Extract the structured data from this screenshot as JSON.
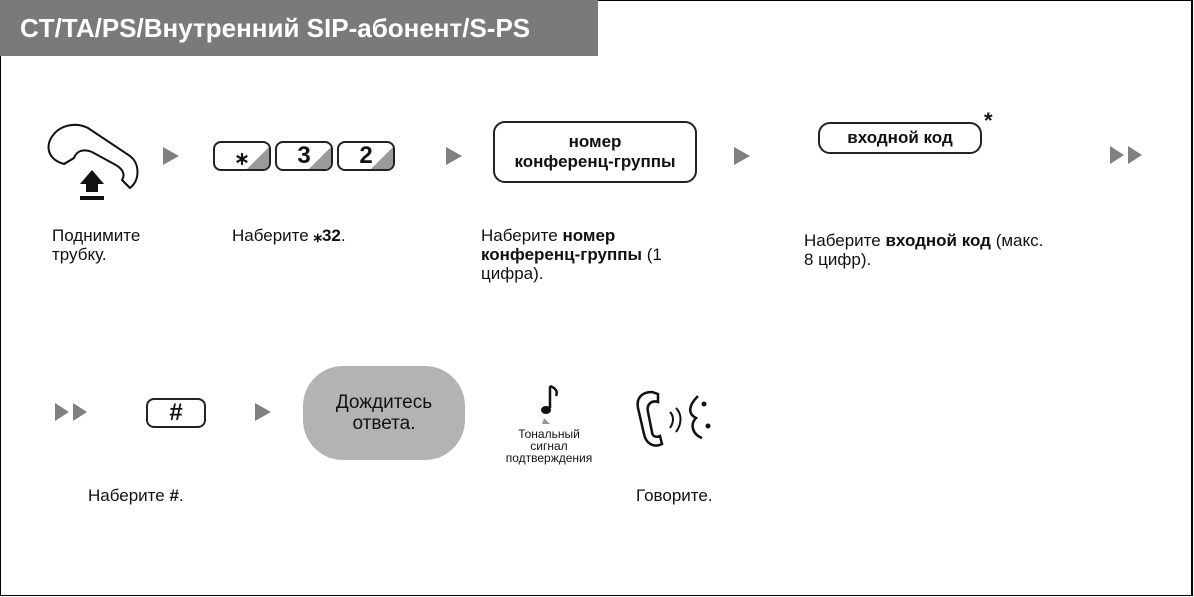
{
  "header": {
    "title": "CT/TA/PS/Внутренний SIP-абонент/S-PS"
  },
  "step1": {
    "caption": "Поднимите трубку."
  },
  "step2": {
    "keys": [
      "⁎",
      "3",
      "2"
    ],
    "caption_prefix": "Наберите ",
    "caption_bold": "⁎32",
    "caption_suffix": "."
  },
  "step3": {
    "box_line1": "номер",
    "box_line2": "конференц-группы",
    "caption_prefix": "Наберите ",
    "caption_bold": "номер конференц-группы",
    "caption_suffix": " (1 цифра)."
  },
  "step4": {
    "box": "входной код",
    "asterisk": "*",
    "caption_prefix": "Наберите ",
    "caption_bold": "входной код",
    "caption_suffix": " (макс. 8 цифр)."
  },
  "step5": {
    "key": "#",
    "caption_prefix": "Наберите ",
    "caption_bold": "#",
    "caption_suffix": "."
  },
  "step6": {
    "pill_line1": "Дождитесь",
    "pill_line2": "ответа."
  },
  "step7": {
    "tone_line1": "Тональный",
    "tone_line2": "сигнал",
    "tone_line3": "подтверждения"
  },
  "step8": {
    "caption": "Говорите."
  }
}
